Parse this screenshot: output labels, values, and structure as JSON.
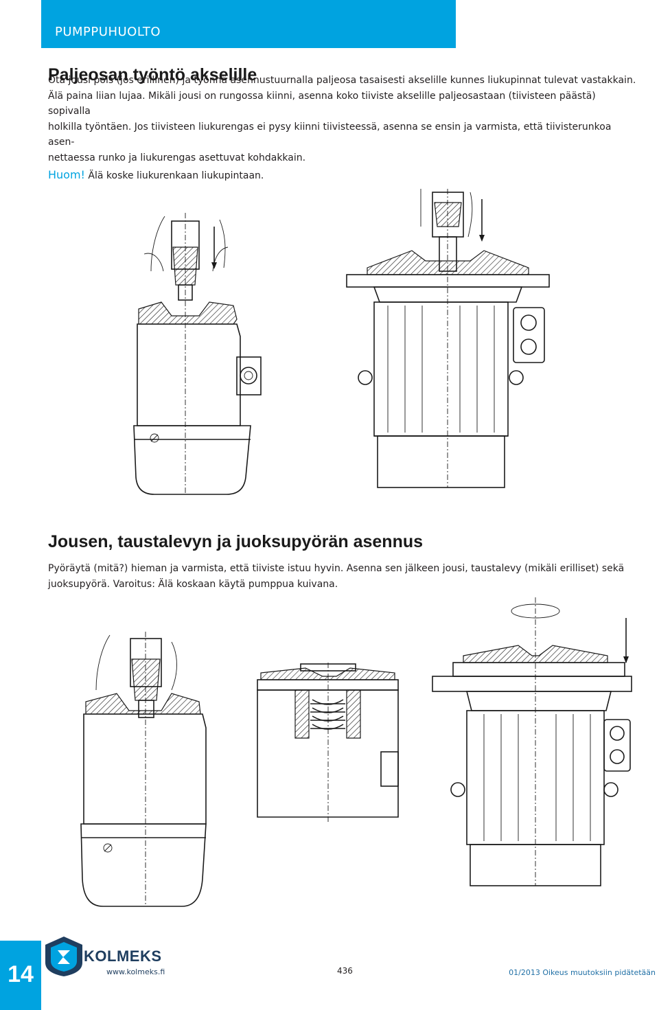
{
  "header": {
    "section": "PUMPPUHUOLTO",
    "color": "#00a3e0"
  },
  "section1": {
    "title": "Paljeosan työntö akselille",
    "lines": [
      "Ota jousi pois (jos erillinen) ja työnnä asennustuurnalla paljeosa tasaisesti akselille kunnes liukupinnat tulevat vastakkain.",
      "Älä paina liian lujaa. Mikäli jousi on rungossa kiinni, asenna koko tiiviste akselille paljeosastaan (tiivisteen päästä) sopivalla",
      "holkilla työntäen. Jos tiivisteen liukurengas ei pysy kiinni tiivisteessä, asenna se ensin ja varmista, että tiivisterunkoa asen-",
      "nettaessa runko ja liukurengas asettuvat kohdakkain."
    ],
    "note_label": "Huom!",
    "note_text": " Älä koske liukurenkaan liukupintaan."
  },
  "section2": {
    "title": "Jousen, taustalevyn ja juoksupyörän asennus",
    "lines": [
      "Pyöräytä (mitä?) hieman ja varmista, että tiiviste istuu hyvin. Asenna sen jälkeen jousi, taustalevy (mikäli erilliset) sekä",
      "juoksupyörä. Varoitus: Älä koskaan käytä pumppua kuivana."
    ]
  },
  "footer": {
    "page_number": "14",
    "brand": "KOLMEKS",
    "website": "www.kolmeks.fi",
    "catalog_page": "436",
    "note": "01/2013 Oikeus muutoksiin pidätetään",
    "brand_color": "#1f3e5f"
  }
}
